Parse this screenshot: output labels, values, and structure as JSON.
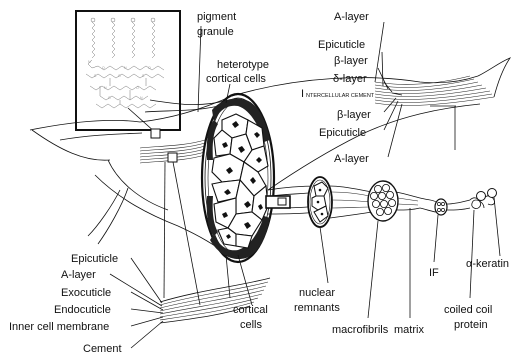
{
  "labels": {
    "pigment_granule_1": "pigment",
    "pigment_granule_2": "granule",
    "heterotype_1": "heterotype",
    "heterotype_2": "cortical cells",
    "right_a_layer_top": "A-layer",
    "right_epicuticle_top": "Epicuticle",
    "right_beta_top": "β-layer",
    "right_delta": "δ-layer",
    "right_intercellular_cap": "I",
    "right_intercellular_rest": "NTERCELLULAR CEMENT",
    "right_beta_bottom": "β-layer",
    "right_epicuticle_bottom": "Epicuticle",
    "right_a_layer_bottom": "A-layer",
    "left_epicuticle": "Epicuticle",
    "left_a_layer": "A-layer",
    "left_exocuticle": "Exocuticle",
    "left_endocuticle": "Endocuticle",
    "left_inner_membrane": "Inner cell membrane",
    "left_cement": "Cement",
    "cortical_1": "cortical",
    "cortical_2": "cells",
    "nuclear_1": "nuclear",
    "nuclear_2": "remnants",
    "macrofibrils": "macrofibrils",
    "matrix": "matrix",
    "if_label": "IF",
    "alpha_keratin": "α-keratin",
    "coiled_1": "coiled coil",
    "coiled_2": "protein"
  },
  "colors": {
    "ink": "#111111",
    "background": "#ffffff"
  },
  "icons": {
    "inset": "lipid-structure-inset",
    "cortex": "cortex-cross-section",
    "helix": "alpha-helix-icon"
  }
}
